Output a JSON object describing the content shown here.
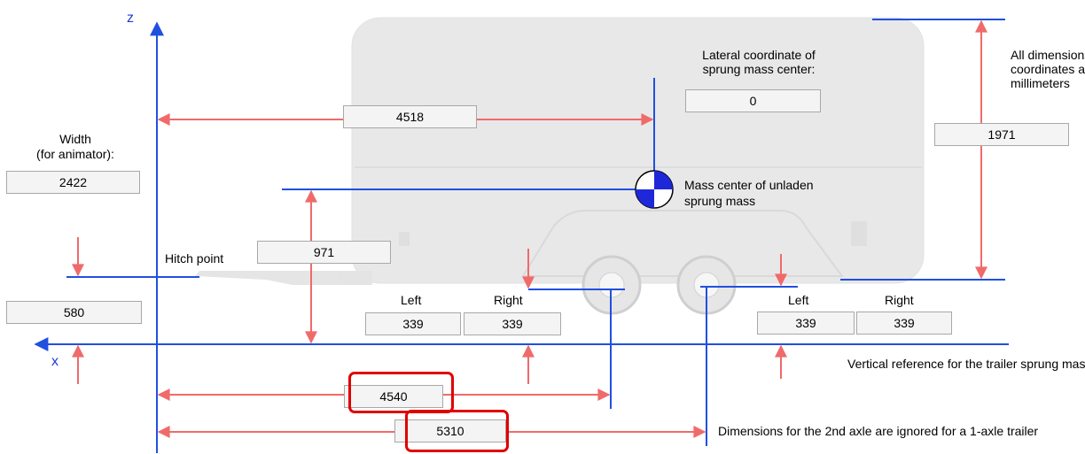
{
  "axes": {
    "z_label": "z",
    "x_label": "x"
  },
  "labels": {
    "lateral_coord": "Lateral coordinate of sprung mass center:",
    "all_dims": "All dimensions and coordinates are in millimeters",
    "width_line1": "Width",
    "width_line2": "(for animator):",
    "mass_center_line1": "Mass center of unladen",
    "mass_center_line2": "sprung mass",
    "hitch_point": "Hitch point",
    "axle1_left": "Left",
    "axle1_right": "Right",
    "axle2_left": "Left",
    "axle2_right": "Right",
    "vertical_ref": "Vertical reference for the trailer sprung mass",
    "second_axle_note": "Dimensions for the 2nd axle are ignored for a 1-axle trailer"
  },
  "fields": {
    "mass_center_x": "4518",
    "lateral_coord": "0",
    "height_total": "1971",
    "width": "2422",
    "mass_center_z": "971",
    "hitch_height": "580",
    "axle1_left_radius": "339",
    "axle1_right_radius": "339",
    "axle2_left_radius": "339",
    "axle2_right_radius": "339",
    "axle1_x": "4540",
    "axle2_x": "5310"
  },
  "colors": {
    "axis_blue": "#2050e0",
    "dimension_red": "#f06a6a",
    "highlight_red": "#e00000",
    "trailer_gray": "#d6d6d6"
  }
}
